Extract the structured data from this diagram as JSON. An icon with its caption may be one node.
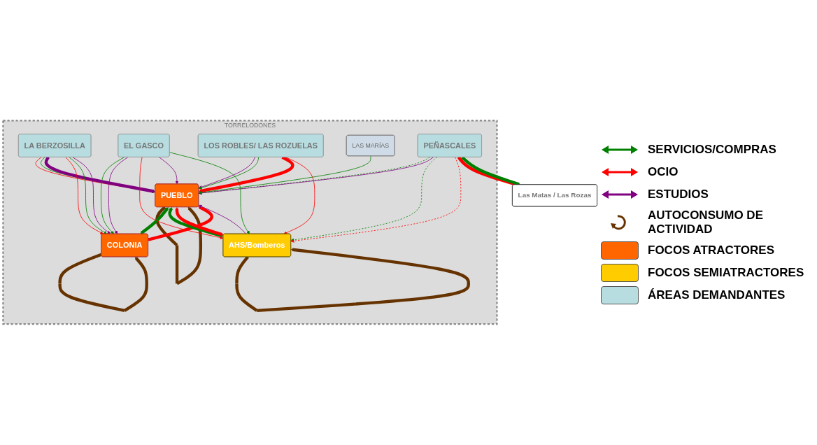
{
  "diagram": {
    "nodes": [
      {
        "text": [
          "TORRELODONES"
        ]
      },
      {
        "text": [
          "LOS ROBLES/ LAS ROZUELAS"
        ],
        "in": 0
      },
      {
        "text": [
          "LA BERZOSILLA"
        ],
        "in": 0
      },
      {
        "text": [
          "PUEBLO"
        ],
        "in": 0
      },
      {
        "text": [
          "PEÑASCALES"
        ],
        "in": 0
      },
      {
        "text": [
          "COLONIA"
        ],
        "in": 0
      },
      {
        "text": [
          "AHS/Bomberos"
        ],
        "in": 0
      },
      {
        "text": [
          "EL GASCO"
        ],
        "in": 0
      },
      {
        "text": [
          "LAS MARÍAS"
        ],
        "in": 0
      },
      {
        "text": [
          "Las Matas / Las Rozas"
        ]
      }
    ],
    "edges": [
      {
        "from": 2,
        "to": 3,
        "arrow": "to",
        "color": "#ff0000"
      },
      {
        "from": 2,
        "to": 3,
        "arrow": "to",
        "color": "#008000"
      },
      {
        "from": 2,
        "to": 3,
        "arrow": "to",
        "style": "thick",
        "color": "#800080"
      },
      {
        "from": 2,
        "to": 5,
        "arrow": "to",
        "color": "#ff0000"
      },
      {
        "from": 2,
        "to": 5,
        "arrow": "to",
        "color": "#008000"
      },
      {
        "from": 2,
        "to": 5,
        "arrow": "to",
        "color": "#800080"
      },
      {
        "from": 1,
        "to": 3,
        "arrow": "to",
        "color": "#800080"
      },
      {
        "from": 1,
        "to": 3,
        "arrow": "to",
        "color": "#008000"
      },
      {
        "from": 1,
        "to": 3,
        "arrow": "to",
        "style": "thick",
        "color": "#ff0000"
      },
      {
        "from": 1,
        "to": 6,
        "arrow": "to",
        "color": "#ff0000"
      },
      {
        "from": 3,
        "to": 3,
        "arrow": "to",
        "style": "thick",
        "color": "#663300"
      },
      {
        "from": 4,
        "to": 3,
        "arrow": "to",
        "style": "dashed",
        "color": "#008000"
      },
      {
        "from": 4,
        "to": 3,
        "arrow": "to",
        "color": "#800080"
      },
      {
        "from": 4,
        "to": 6,
        "arrow": "to",
        "style": "dashed",
        "color": "#008000"
      },
      {
        "from": 4,
        "to": 6,
        "arrow": "to",
        "style": "dashed",
        "color": "#ff0000"
      },
      {
        "from": 4,
        "to": 9,
        "arrow": "to",
        "style": "thick",
        "color": "#ff0000"
      },
      {
        "from": 4,
        "to": 9,
        "arrow": "to",
        "style": "thick",
        "color": "#008000"
      },
      {
        "from": 3,
        "to": 5,
        "arrow": "both",
        "style": "thick",
        "color": "#008000"
      },
      {
        "from": 5,
        "to": 3,
        "arrow": "to",
        "style": "thick",
        "color": "#ff0000"
      },
      {
        "from": 3,
        "to": 6,
        "arrow": "both",
        "style": "thick",
        "color": "#008000"
      },
      {
        "from": 3,
        "to": 6,
        "arrow": "both",
        "style": "thick",
        "color": "#ff0000"
      },
      {
        "from": 5,
        "to": 5,
        "arrow": "to",
        "style": "thick",
        "color": "#663300"
      },
      {
        "from": 7,
        "to": 5,
        "arrow": "to",
        "color": "#008000"
      },
      {
        "from": 7,
        "to": 5,
        "arrow": "to",
        "color": "#800080"
      },
      {
        "from": 7,
        "to": 6,
        "arrow": "to",
        "color": "#ff0000"
      },
      {
        "from": 7,
        "to": 3,
        "arrow": "to",
        "color": "#800080"
      },
      {
        "from": 7,
        "to": 6,
        "arrow": "to",
        "color": "#008000"
      },
      {
        "from": 8,
        "to": 3,
        "arrow": "to",
        "color": "#008000"
      },
      {
        "from": 6,
        "to": 3,
        "arrow": "to",
        "color": "#800080"
      },
      {
        "from": 6,
        "to": 6,
        "arrow": "to",
        "style": "thick",
        "color": "#663300"
      }
    ],
    "legend": [
      {
        "text": "SERVICIOS/COMPRAS"
      },
      {
        "text": "OCIO"
      },
      {
        "text": "ESTUDIOS"
      },
      {
        "text": "AUTOCONSUMO DE ACTIVIDAD"
      },
      {
        "text": "FOCOS ATRACTORES",
        "color": "#ff6600"
      },
      {
        "text": "FOCOS SEMIATRACTORES",
        "color": "#ffcc00"
      },
      {
        "text": "ÁREAS DEMANDANTES",
        "color": "#b7dde1"
      }
    ]
  }
}
